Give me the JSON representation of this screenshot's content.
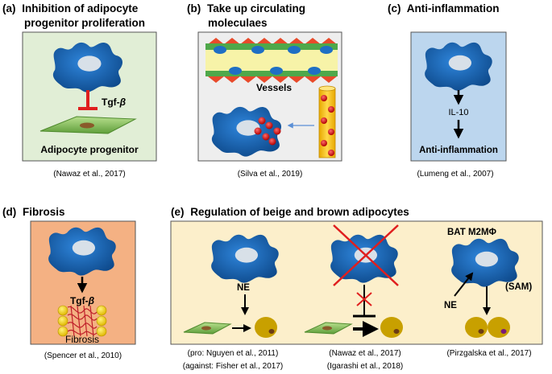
{
  "panels": {
    "a": {
      "letter": "(a)",
      "title_lines": [
        "Inhibition of adipocyte",
        "progenitor proliferation"
      ],
      "signal": "Tgf-",
      "signal_greek": "β",
      "target": "Adipocyte progenitor",
      "citation": "(Nawaz et al., 2017)",
      "bg": "#e1eed6"
    },
    "b": {
      "letter": "(b)",
      "title_lines": [
        "Take up circulating",
        "moleculaes"
      ],
      "vessel_label": "Vessels",
      "citation": "(Silva et al., 2019)",
      "bg": "#eeeeee"
    },
    "c": {
      "letter": "(c)",
      "title_lines": [
        "Anti-inflammation"
      ],
      "mediator": "IL-10",
      "outcome": "Anti-inflammation",
      "citation": "(Lumeng et al., 2007)",
      "bg": "#bcd6ee"
    },
    "d": {
      "letter": "(d)",
      "title_lines": [
        "Fibrosis"
      ],
      "signal": "Tgf-",
      "signal_greek": "β",
      "outcome": "Fibrosis",
      "citation": "(Spencer et al., 2010)",
      "bg": "#f4b183"
    },
    "e": {
      "letter": "(e)",
      "title_lines": [
        "Regulation of beige and brown adipocytes"
      ],
      "left_signal": "NE",
      "right_title": "BAT M2MΦ",
      "right_signal": "NE",
      "right_subtype": "(SAM)",
      "citation_left_1": "(pro: Nguyen et al., 2011)",
      "citation_left_2": "(against: Fisher et al., 2017)",
      "citation_mid_1": "(Nawaz et al., 2017)",
      "citation_mid_2": "(Igarashi et al., 2018)",
      "citation_right": "(Pirzgalska et al., 2017)",
      "bg": "#fcefcb"
    }
  },
  "colors": {
    "macrophage": "#1f6fc4",
    "macrophage_dark": "#0e4a8c",
    "nucleus": "#d5dde6",
    "inhibit_red": "#e01e1e",
    "progenitor": "#7fbf57",
    "adipocyte": "#c8a000",
    "adipocyte_nucleus_brown": "#6b3b14",
    "adipocyte_nucleus_purple": "#7a1a7a",
    "vessel_orange": "#f5c000",
    "particle_red": "#e02020"
  },
  "icons": {
    "macrophage": "macrophage-cell-icon",
    "progenitor": "adipocyte-progenitor-icon",
    "adipocyte": "adipocyte-icon",
    "vessel": "blood-vessel-icon",
    "fibrosis": "fibrosis-icon"
  }
}
